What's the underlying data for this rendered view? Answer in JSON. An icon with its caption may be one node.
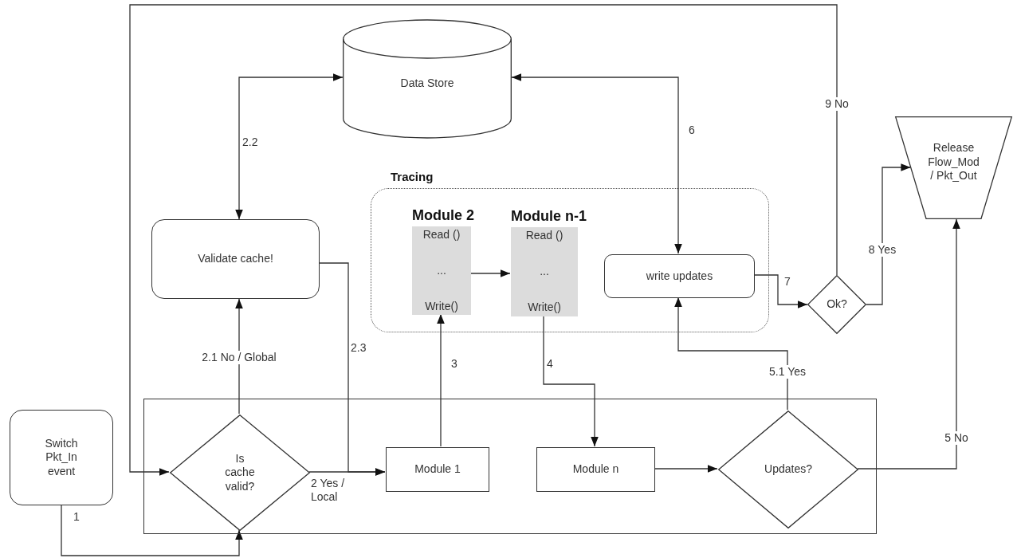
{
  "diagram": {
    "nodes": [
      {
        "text": [
          "Data Store"
        ]
      },
      {
        "text": [
          "Tracing"
        ]
      },
      {
        "text": [
          "Module 2",
          "Read ()",
          "...",
          "Write()"
        ],
        "in": 1
      },
      {
        "text": [
          "Module n-1",
          "Read ()",
          "...",
          "Write()"
        ],
        "in": 1
      },
      {
        "text": [
          "write updates"
        ],
        "in": 1
      },
      {
        "text": [
          "Validate cache!"
        ]
      },
      {
        "text": [
          "Release Flow_Mod / Pkt_Out"
        ]
      },
      {
        "text": [
          "Ok?"
        ]
      },
      {
        "text": [],
        "shape": "box"
      },
      {
        "text": [
          "Is cache valid?"
        ],
        "in": 8
      },
      {
        "text": [
          "Module 1"
        ],
        "in": 8
      },
      {
        "text": [
          "Module n"
        ],
        "in": 8
      },
      {
        "text": [
          "Updates?"
        ],
        "in": 8
      },
      {
        "text": [
          "Switch Pkt_In event"
        ]
      }
    ],
    "edges": [
      {
        "from": 13,
        "to": 9,
        "arrow": "to",
        "label": "1"
      },
      {
        "from": 9,
        "to": 5,
        "arrow": "to",
        "label": "2.1 No / Global"
      },
      {
        "from": 5,
        "to": 0,
        "arrow": "both",
        "label": "2.2"
      },
      {
        "from": 5,
        "to": 10,
        "arrow": "to",
        "label": "2.3"
      },
      {
        "from": 9,
        "to": 10,
        "arrow": "to",
        "label": "2 Yes / Local"
      },
      {
        "from": 10,
        "to": 2,
        "arrow": "to",
        "label": "3"
      },
      {
        "from": 2,
        "to": 3,
        "arrow": "to"
      },
      {
        "from": 3,
        "to": 11,
        "arrow": "to",
        "label": "4"
      },
      {
        "from": 11,
        "to": 12,
        "arrow": "to"
      },
      {
        "from": 12,
        "to": 4,
        "arrow": "to",
        "label": "5.1 Yes"
      },
      {
        "from": 12,
        "to": 6,
        "arrow": "to",
        "label": "5 No"
      },
      {
        "from": 4,
        "to": 0,
        "arrow": "both",
        "label": "6"
      },
      {
        "from": 4,
        "to": 7,
        "arrow": "to",
        "label": "7"
      },
      {
        "from": 7,
        "to": 6,
        "arrow": "to",
        "label": "8 Yes"
      },
      {
        "from": 7,
        "to": 9,
        "arrow": "to",
        "label": "9 No"
      }
    ]
  }
}
